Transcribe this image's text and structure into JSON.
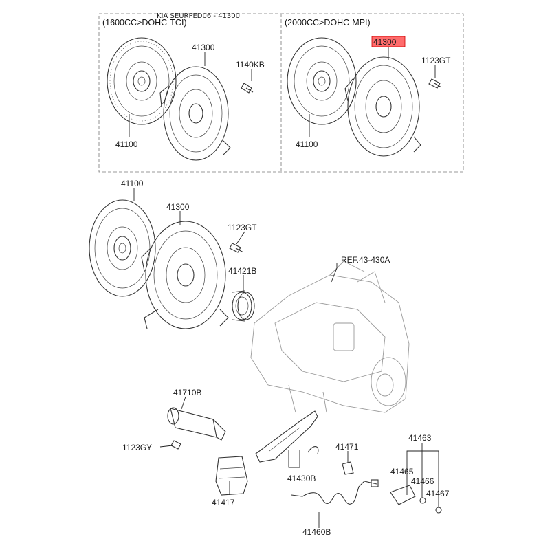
{
  "page_title": "KIA SEURPED06 - 41300",
  "highlight_color": "#ff3b3b",
  "panels": [
    {
      "header": "(1600CC>DOHC-TCI)",
      "labels": [
        "41300",
        "1140KB",
        "41100"
      ]
    },
    {
      "header": "(2000CC>DOHC-MPI)",
      "labels": [
        "41300",
        "1123GT",
        "41100"
      ]
    }
  ],
  "main_labels": {
    "disc": "41100",
    "cover": "41300",
    "cover_bolt": "1123GT",
    "release_bearing": "41421B",
    "transaxle_ref": "REF.43-430A",
    "slave_cylinder": "41710B",
    "cyl_bolt": "1123GY",
    "boot": "41417",
    "fork": "41430B",
    "pivot": "41471",
    "hose": "41460B",
    "bracket_group": "41463",
    "bracket": "41465",
    "bolt": "41466",
    "nut": "41467"
  },
  "highlighted_part": "41300"
}
